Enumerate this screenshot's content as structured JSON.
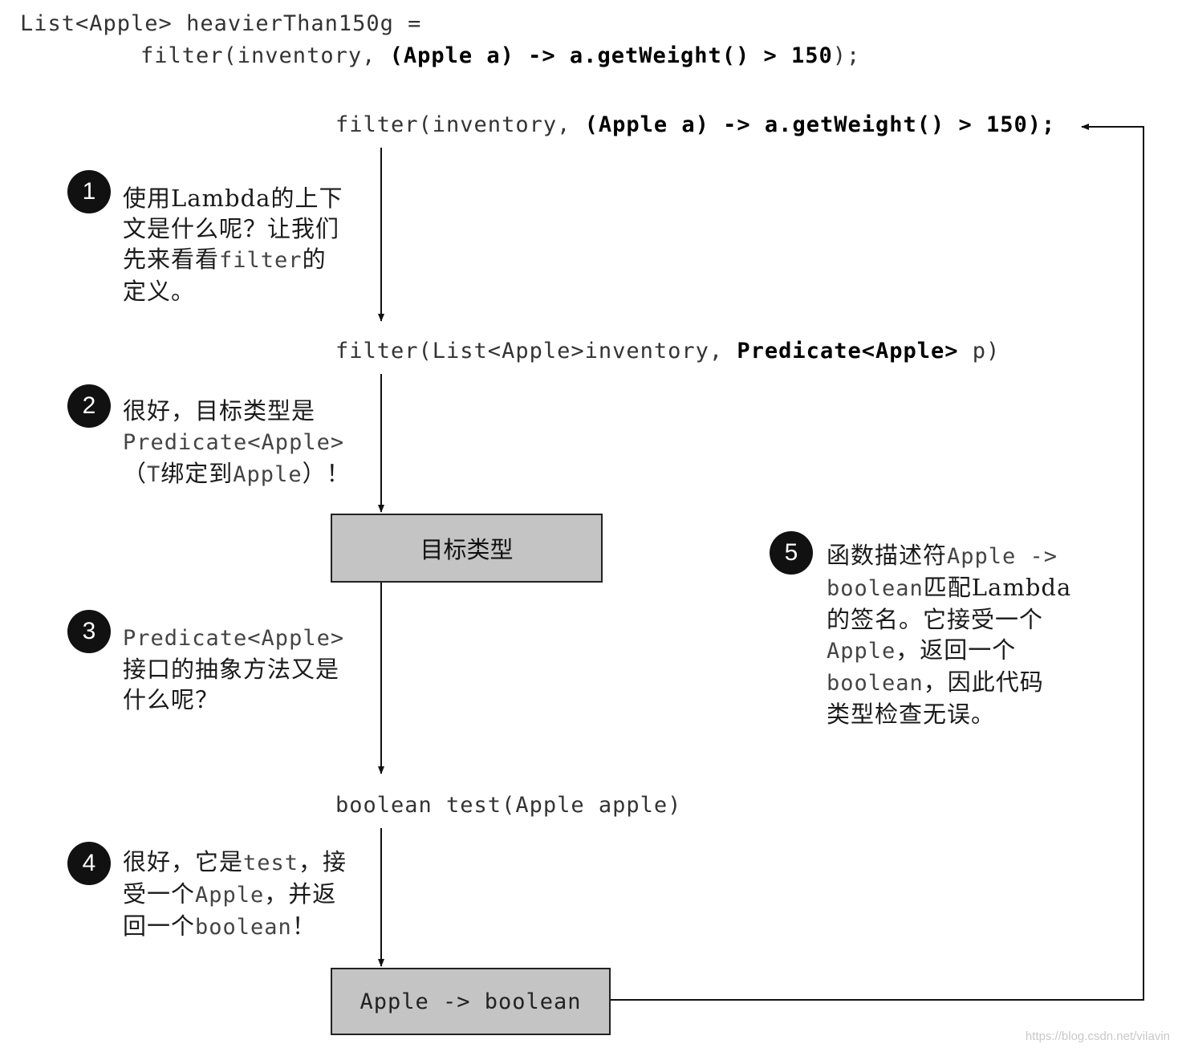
{
  "header": {
    "line1": "List<Apple> heavierThan150g =",
    "line2_pre": "filter(inventory, ",
    "line2_bold": "(Apple a) -> a.getWeight() > 150",
    "line2_post": ");"
  },
  "flow": {
    "call_pre": "filter(inventory, ",
    "call_bold": "(Apple a) -> a.getWeight() > 150);",
    "signature_pre": "filter(List<Apple>inventory, ",
    "signature_bold": "Predicate<Apple>",
    "signature_post": " p)",
    "target_box": "目标类型",
    "method": "boolean test(Apple apple)",
    "descriptor_box": "Apple -> boolean"
  },
  "steps": [
    {
      "num": "1",
      "lines": [
        [
          "使用Lambda的上下"
        ],
        [
          "文是什么呢？让我们"
        ],
        [
          "先来看看",
          "filter",
          "的"
        ],
        [
          "定义。"
        ]
      ]
    },
    {
      "num": "2",
      "lines": [
        [
          "很好，目标类型是"
        ],
        [
          "",
          "Predicate<Apple>"
        ],
        [
          "（",
          "T",
          "绑定到",
          "Apple",
          "）！"
        ]
      ]
    },
    {
      "num": "3",
      "lines": [
        [
          "",
          "Predicate<Apple>"
        ],
        [
          "接口的抽象方法又是"
        ],
        [
          "什么呢？"
        ]
      ]
    },
    {
      "num": "4",
      "lines": [
        [
          "很好，它是",
          "test",
          "，接"
        ],
        [
          "受一个",
          "Apple",
          "，并返"
        ],
        [
          "回一个",
          "boolean",
          "！"
        ]
      ]
    },
    {
      "num": "5",
      "lines": [
        [
          "函数描述符",
          "Apple ->"
        ],
        [
          "",
          "boolean",
          "匹配Lambda"
        ],
        [
          "的签名。它接受一个"
        ],
        [
          "",
          "Apple",
          "，返回一个"
        ],
        [
          "",
          "boolean",
          "，因此代码"
        ],
        [
          "类型检查无误。"
        ]
      ]
    }
  ],
  "watermark": "https://blog.csdn.net/vilavin"
}
